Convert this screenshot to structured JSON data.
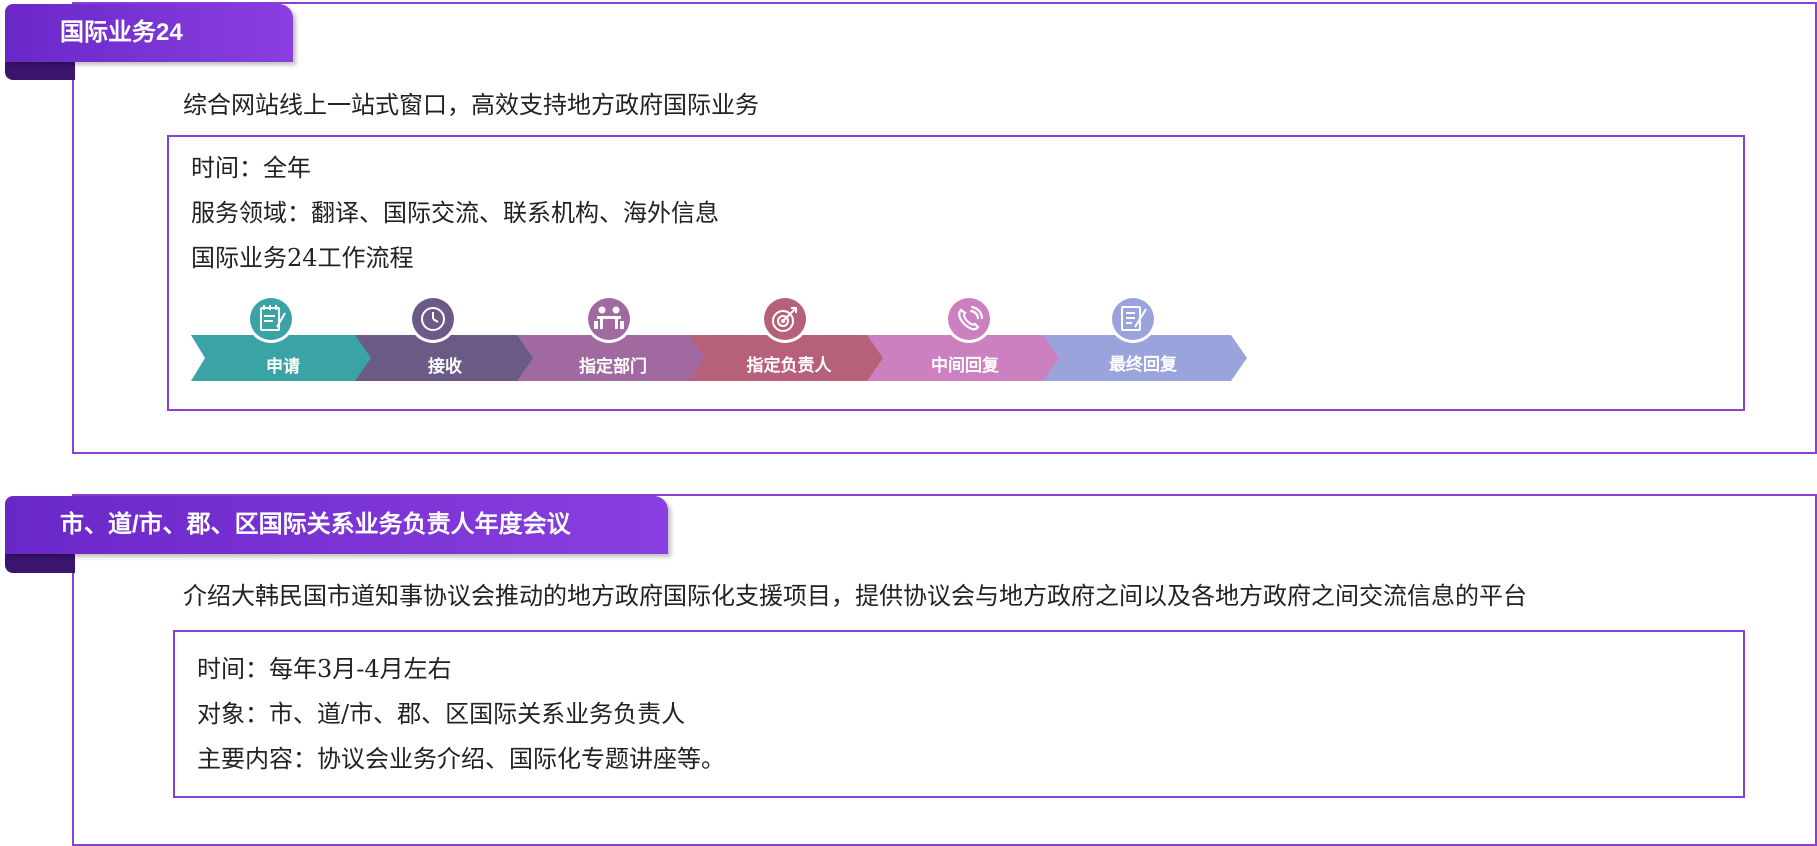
{
  "section1": {
    "tab_title": "国际业务24",
    "lead": "综合网站线上一站式窗口，高效支持地方政府国际业务",
    "lines": [
      "时间：全年",
      "服务领域：翻译、国际交流、联系机构、海外信息",
      "国际业务24工作流程"
    ],
    "steps": [
      {
        "label": "申请",
        "icon": "notepad-icon",
        "color": "#3aa3a5"
      },
      {
        "label": "接收",
        "icon": "clock-icon",
        "color": "#6b5a86"
      },
      {
        "label": "指定部门",
        "icon": "meeting-icon",
        "color": "#a06aa0"
      },
      {
        "label": "指定负责人",
        "icon": "target-icon",
        "color": "#b7607a"
      },
      {
        "label": "中间回复",
        "icon": "phone-icon",
        "color": "#cc80bf"
      },
      {
        "label": "最终回复",
        "icon": "checklist-icon",
        "color": "#9aa3dc"
      }
    ]
  },
  "section2": {
    "tab_title": "市、道/市、郡、区国际关系业务负责人年度会议",
    "lead": "介绍大韩民国市道知事协议会推动的地方政府国际化支援项目，提供协议会与地方政府之间以及各地方政府之间交流信息的平台",
    "lines": [
      "时间：每年3月-4月左右",
      "对象：市、道/市、郡、区国际关系业务负责人",
      "主要内容：协议会业务介绍、国际化专题讲座等。"
    ]
  },
  "colors": {
    "accent": "#8a3fd6",
    "tab_start": "#6a27c8",
    "tab_end": "#8a3fe0",
    "tab_fold": "#3b1470"
  }
}
